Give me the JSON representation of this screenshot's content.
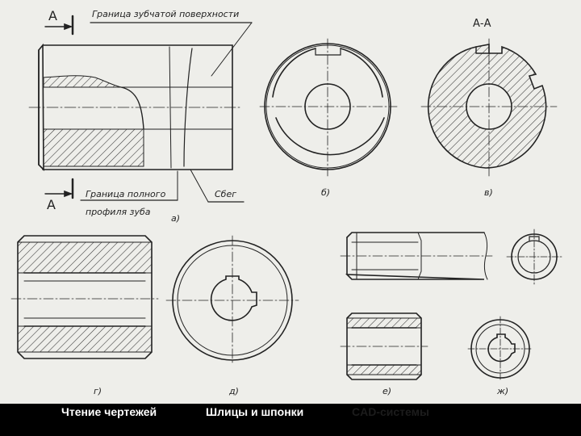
{
  "drawing": {
    "section_label": "А-А",
    "cut_mark_top": "А",
    "cut_mark_bottom": "А",
    "note_tooth_surface": "Граница зубчатой поверхности",
    "note_full_profile_1": "Граница полного",
    "note_full_profile_2": "профиля зуба",
    "note_run_out": "Сбег",
    "captions": {
      "a": "а)",
      "b": "б)",
      "v": "в)",
      "g": "г)",
      "d": "д)",
      "e": "е)",
      "zh": "ж)"
    }
  },
  "nav": {
    "items": [
      {
        "label": "Чтение чертежей"
      },
      {
        "label": "Шлицы и шпонки"
      },
      {
        "label": "CAD-системы"
      }
    ]
  },
  "colors": {
    "paper": "#eeeeea",
    "ink": "#222222",
    "nav_bg": "#000000",
    "nav_text": "#ffffff",
    "nav_text_dim": "#1c1c1c"
  }
}
